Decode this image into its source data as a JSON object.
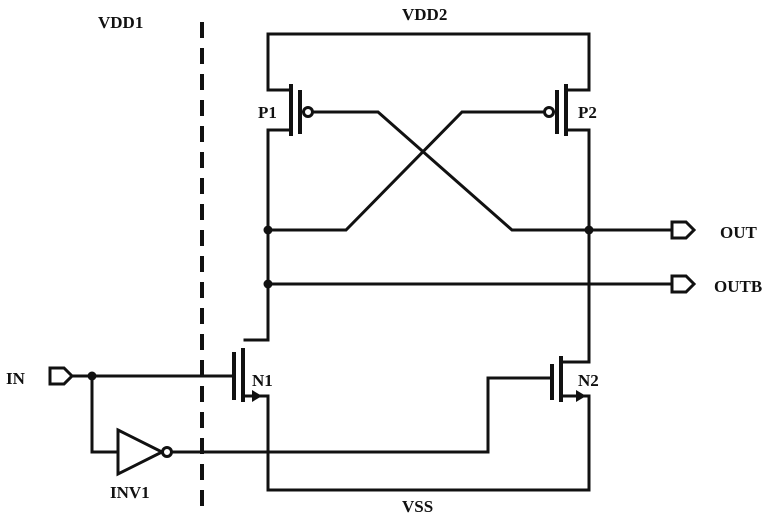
{
  "diagram": {
    "labels": {
      "vdd1": "VDD1",
      "vdd2": "VDD2",
      "vss": "VSS",
      "in": "IN",
      "out": "OUT",
      "outb": "OUTB",
      "p1": "P1",
      "p2": "P2",
      "n1": "N1",
      "n2": "N2",
      "inv1": "INV1"
    }
  }
}
